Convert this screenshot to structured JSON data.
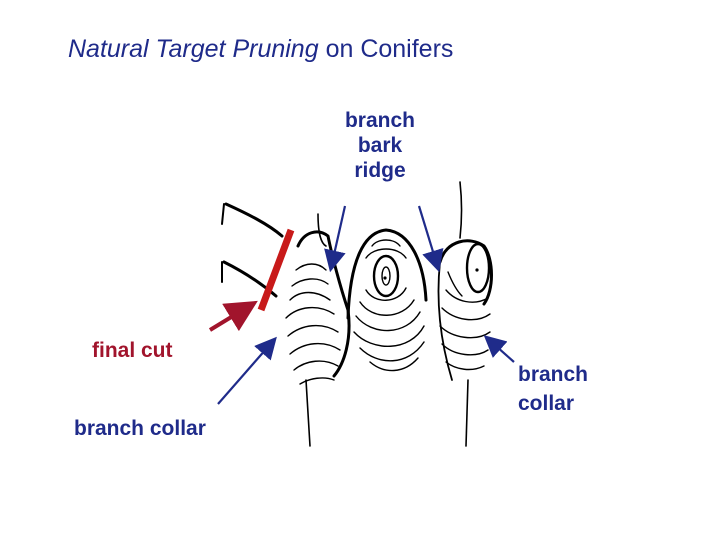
{
  "title": {
    "italic_part": "Natural Target Pruning",
    "rest": " on Conifers"
  },
  "labels": {
    "branch_bark_ridge": [
      "branch",
      "bark",
      "ridge"
    ],
    "final_cut": "final cut",
    "branch_collar_left": "branch collar",
    "branch_collar_right": [
      "branch",
      "collar"
    ]
  },
  "colors": {
    "text_blue": "#1f2b8a",
    "cut_red": "#a1142c",
    "cut_line": "#c81a1a",
    "ink": "#000000"
  }
}
